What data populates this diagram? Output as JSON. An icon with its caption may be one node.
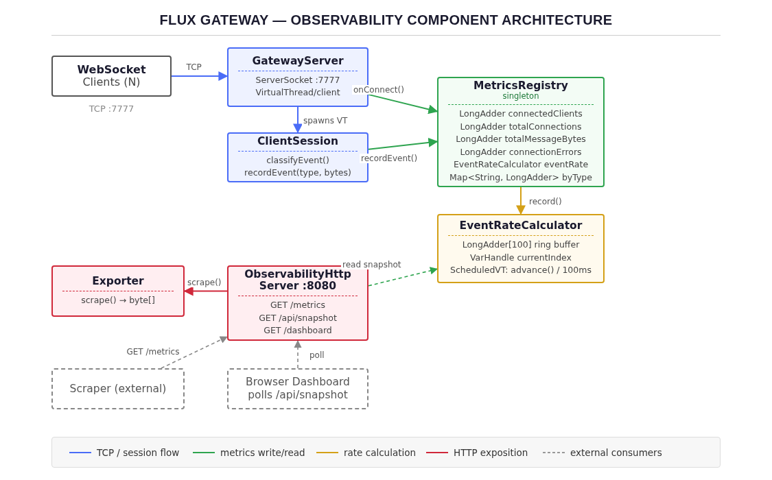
{
  "diagram": {
    "title": "FLUX GATEWAY — OBSERVABILITY COMPONENT ARCHITECTURE",
    "nodes": [
      {
        "text": [
          "WebSocket",
          "Clients (N)"
        ],
        "beside": [
          "TCP :7777"
        ]
      },
      {
        "text": [
          "GatewayServer",
          "ServerSocket :7777",
          "VirtualThread/client"
        ]
      },
      {
        "text": [
          "ClientSession",
          "classifyEvent()",
          "recordEvent(type, bytes)"
        ]
      },
      {
        "text": [
          "MetricsRegistry",
          "singleton",
          "LongAdder connectedClients",
          "LongAdder totalConnections",
          "LongAdder totalMessageBytes",
          "LongAdder connectionErrors",
          "EventRateCalculator eventRate",
          "Map<String, LongAdder> byType"
        ]
      },
      {
        "text": [
          "EventRateCalculator",
          "LongAdder[100] ring buffer",
          "VarHandle currentIndex",
          "ScheduledVT: advance() / 100ms"
        ]
      },
      {
        "text": [
          "Exporter",
          "scrape() → byte[]"
        ]
      },
      {
        "text": [
          "ObservabilityHttp Server :8080",
          "GET /metrics",
          "GET /api/snapshot",
          "GET /dashboard"
        ]
      },
      {
        "text": [
          "Scraper (external)"
        ]
      },
      {
        "text": [
          "Browser Dashboard polls /api/snapshot"
        ]
      }
    ],
    "edges": [
      {
        "from": 0,
        "to": 1,
        "arrow": "to",
        "label": "TCP",
        "color": "#4a6cf7"
      },
      {
        "from": 1,
        "to": 2,
        "arrow": "to",
        "label": "spawns VT",
        "color": "#4a6cf7"
      },
      {
        "from": 1,
        "to": 3,
        "arrow": "to",
        "label": "onConnect()",
        "color": "#2ea44f"
      },
      {
        "from": 2,
        "to": 3,
        "arrow": "to",
        "label": "recordEvent()",
        "color": "#2ea44f"
      },
      {
        "from": 3,
        "to": 4,
        "arrow": "to",
        "label": "record()",
        "color": "#d4a017"
      },
      {
        "from": 6,
        "to": 4,
        "arrow": "to",
        "label": "read snapshot",
        "style": "dashed",
        "color": "#2ea44f"
      },
      {
        "from": 6,
        "to": 5,
        "arrow": "to",
        "label": "scrape()",
        "color": "#d0283a"
      },
      {
        "from": 7,
        "to": 6,
        "arrow": "to",
        "label": "GET /metrics",
        "style": "dashed",
        "color": "#888888"
      },
      {
        "from": 8,
        "to": 6,
        "arrow": "to",
        "label": "poll",
        "style": "dashed",
        "color": "#888888"
      }
    ],
    "legend": [
      {
        "text": "TCP / session flow"
      },
      {
        "text": "metrics write/read"
      },
      {
        "text": "rate calculation"
      },
      {
        "text": "HTTP exposition"
      },
      {
        "text": "external consumers"
      }
    ]
  }
}
